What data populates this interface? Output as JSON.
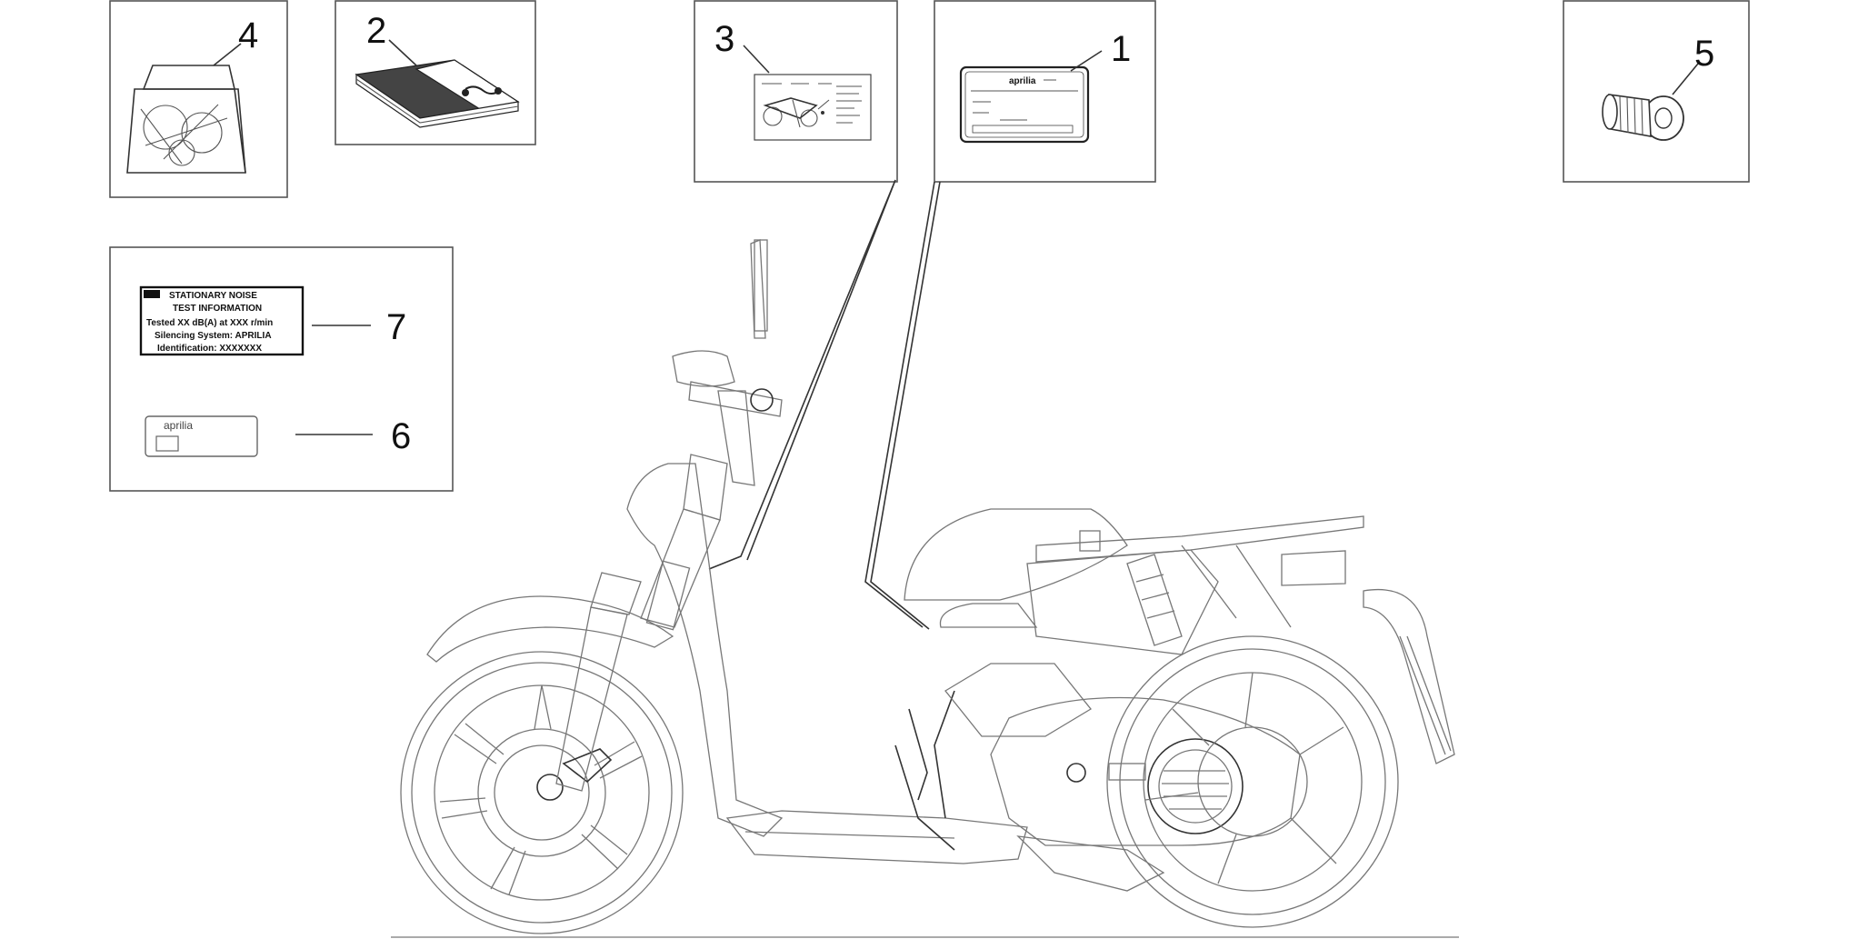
{
  "callouts": {
    "c1": "1",
    "c2": "2",
    "c3": "3",
    "c4": "4",
    "c5": "5",
    "c6": "6",
    "c7": "7"
  },
  "labels": {
    "noise_label": {
      "line1": "STATIONARY NOISE",
      "line2": "TEST INFORMATION",
      "line3": "Tested XX dB(A) at XXX r/min",
      "line4": "Silencing System: APRILIA",
      "line5": "Identification: XXXXXXX"
    },
    "brand_sticker": "aprilia",
    "plate_brand": "aprilia"
  }
}
